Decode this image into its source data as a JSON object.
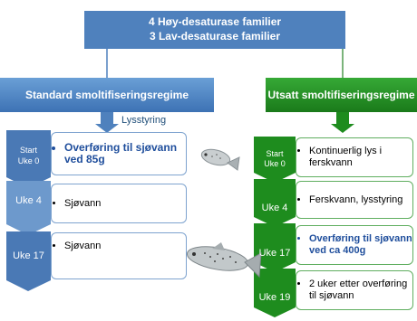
{
  "header": {
    "line1": "4 Høy-desaturase familier",
    "line2": "3 Lav-desaturase familier"
  },
  "left": {
    "regime_title": "Standard smoltifiseringsregime",
    "arrow_label": "Lysstyring",
    "stages": [
      {
        "label": "Start\nUke 0",
        "text": "Overføring til sjøvann ved 85g"
      },
      {
        "label": "Uke 4",
        "text": "Sjøvann"
      },
      {
        "label": "Uke 17",
        "text": "Sjøvann"
      }
    ]
  },
  "right": {
    "regime_title": "Utsatt smoltifiseringsregime",
    "stages": [
      {
        "label": "Start\nUke 0",
        "text": "Kontinuerlig lys i ferskvann"
      },
      {
        "label": "Uke 4",
        "text": "Ferskvann, lysstyring"
      },
      {
        "label": "Uke 17",
        "text": "Overføring til sjøvann ved ca 400g"
      },
      {
        "label": "Uke 19",
        "text": "2 uker etter overføring til sjøvann"
      }
    ]
  },
  "colors": {
    "blue": "#4f81bd",
    "green": "#1e8c1e"
  },
  "icons": [
    "small-fish-icon",
    "large-fish-icon"
  ]
}
